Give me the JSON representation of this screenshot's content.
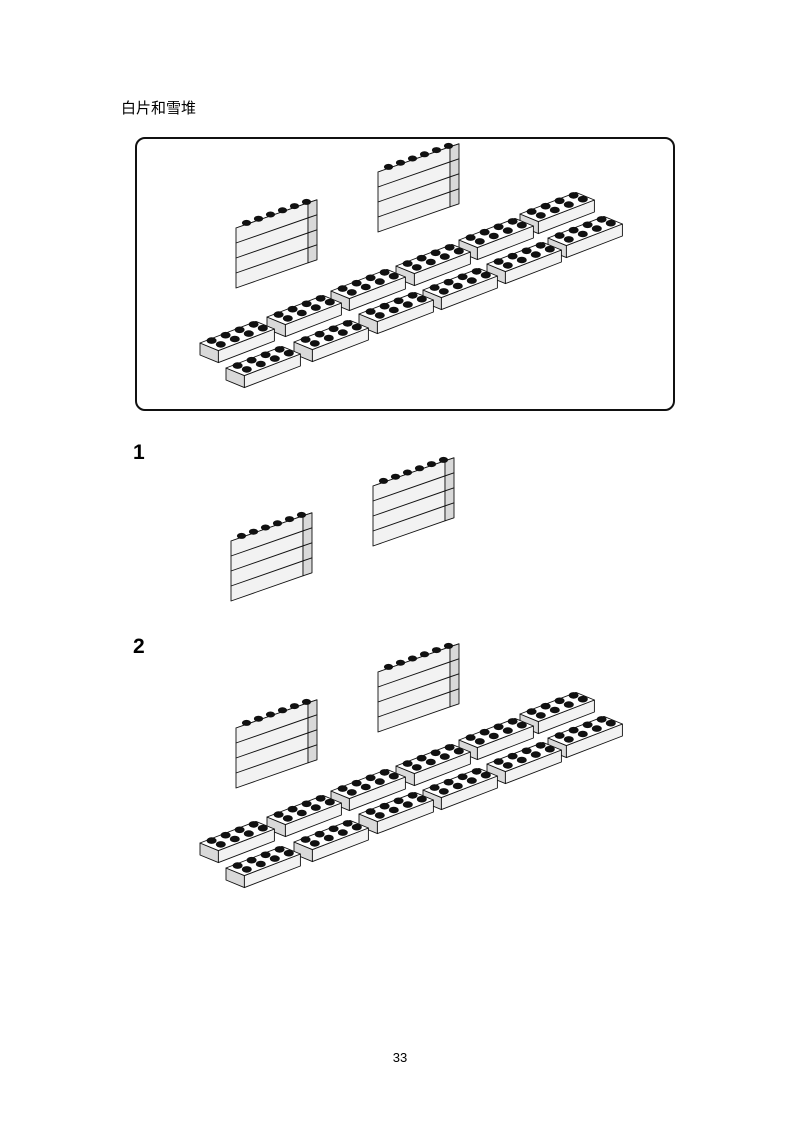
{
  "page": {
    "title": "白片和雪堆",
    "page_number": "33"
  },
  "steps": [
    {
      "number": "1"
    },
    {
      "number": "2"
    }
  ],
  "colors": {
    "brick_top": "#ffffff",
    "brick_front": "#f2f2f2",
    "brick_side": "#d9d9d9",
    "stud": "#111111",
    "outline": "#111111"
  }
}
